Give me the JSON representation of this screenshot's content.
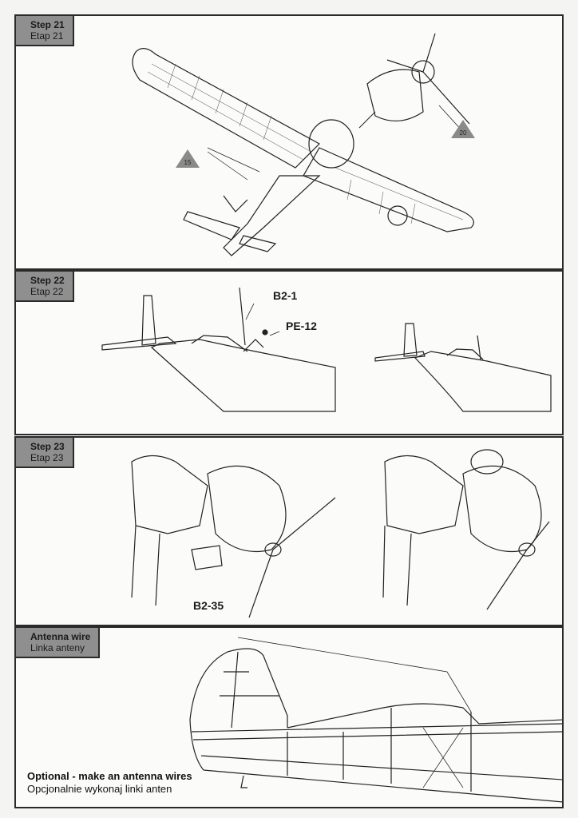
{
  "steps": [
    {
      "title": "Step 21",
      "subtitle": "Etap 21",
      "refs": [
        "15",
        "20"
      ]
    },
    {
      "title": "Step 22",
      "subtitle": "Etap 22",
      "parts": [
        "B2-1",
        "PE-12"
      ]
    },
    {
      "title": "Step 23",
      "subtitle": "Etap 23",
      "parts": [
        "B2-35"
      ]
    },
    {
      "title": "Antenna wire",
      "subtitle": "Linka anteny",
      "note": "Optional - make an antenna wires",
      "note_pl": "Opcjonalnie wykonaj linki anten"
    }
  ],
  "colors": {
    "tag_bg": "#8f8f8f",
    "border": "#2a2a2a",
    "ref_triangle": "#8a8a8a"
  }
}
